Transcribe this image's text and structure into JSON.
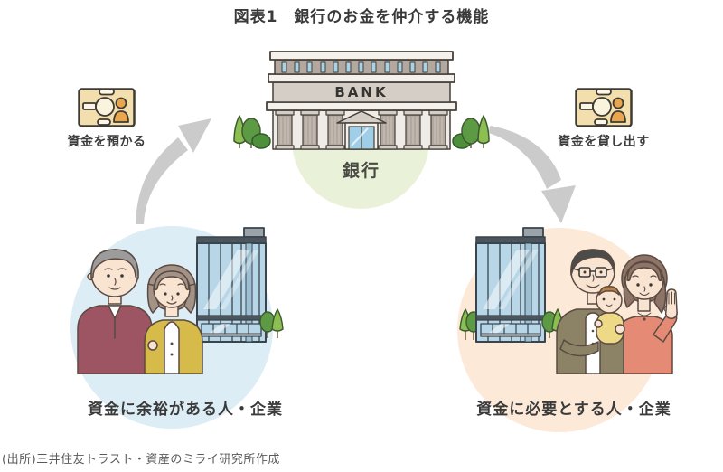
{
  "title": "図表1　銀行のお金を仲介する機能",
  "bank": {
    "sign": "BANK",
    "label": "銀行"
  },
  "flows": {
    "deposit": {
      "label": "資金を預かる",
      "icon": "banknote-person-icon"
    },
    "lend": {
      "label": "資金を貸し出す",
      "icon": "banknote-person-icon"
    }
  },
  "entities": {
    "surplus": {
      "label": "資金に余裕がある人・企業",
      "illustration": "elderly-couple-and-office-building"
    },
    "demand": {
      "label": "資金に必要とする人・企業",
      "illustration": "family-with-baby-and-office-building"
    }
  },
  "source": "(出所)三井住友トラスト・資産のミライ研究所作成",
  "colors": {
    "arrow": "#cbcbcb",
    "bank_halo": "#e9f2d9",
    "surplus_halo": "#dcedf6",
    "demand_halo": "#fce9d8",
    "banknote_fill": "#f2dfad",
    "banknote_person": "#e9a64e",
    "bank_wall": "#b2a89f",
    "bank_sign_band": "#d5cec7",
    "glass_blue": "#b7d7e9",
    "text": "#3a3a3a",
    "source_text": "#595959"
  }
}
